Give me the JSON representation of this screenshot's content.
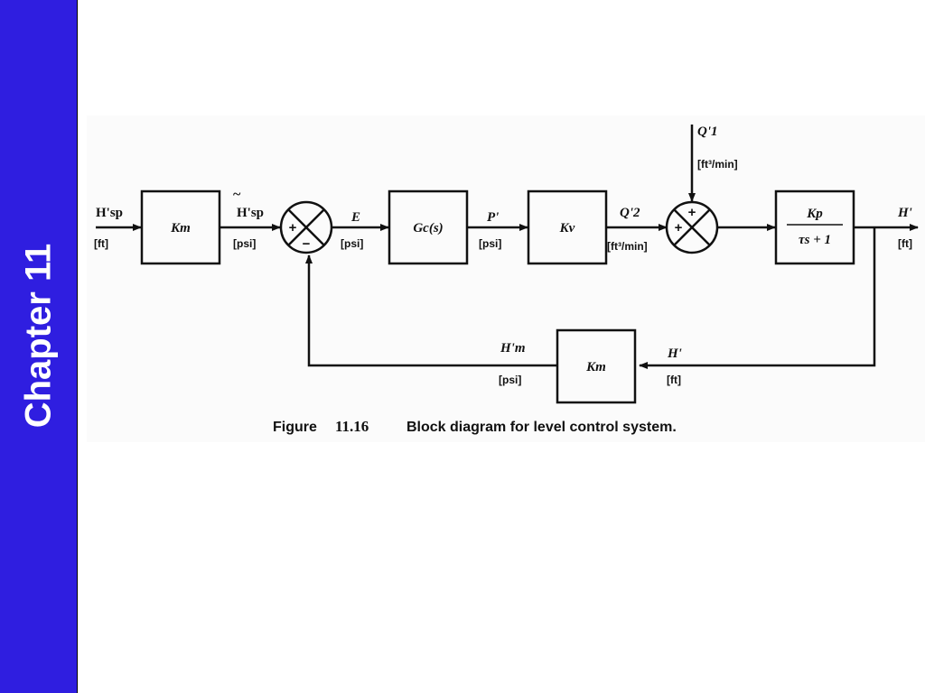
{
  "sidebar": {
    "chapter_label": "Chapter 11",
    "color": "#2f1ee0"
  },
  "diagram": {
    "signals": {
      "hsp_in": "H'sp",
      "hsp_in_unit": "[ft]",
      "hsp_tilde": "H'sp",
      "hsp_tilde_unit": "[psi]",
      "e": "E",
      "e_unit": "[psi]",
      "p": "P'",
      "p_unit": "[psi]",
      "q2": "Q'2",
      "q2_unit": "[ft³/min]",
      "q1": "Q'1",
      "q1_unit": "[ft³/min]",
      "h_out": "H'",
      "h_out_unit": "[ft]",
      "hm": "H'm",
      "hm_unit": "[psi]",
      "h_fb": "H'",
      "h_fb_unit": "[ft]"
    },
    "blocks": {
      "km_forward": "Km",
      "gc": "Gc(s)",
      "kv": "Kv",
      "process_num": "Kp",
      "process_den": "τs + 1",
      "km_feedback": "Km"
    },
    "signs": {
      "sum1_plus": "+",
      "sum1_minus": "−",
      "sum2_plus_top": "+",
      "sum2_plus_left": "+"
    }
  },
  "caption": {
    "prefix": "Figure",
    "number": "11.16",
    "text": "Block diagram for level control system."
  }
}
